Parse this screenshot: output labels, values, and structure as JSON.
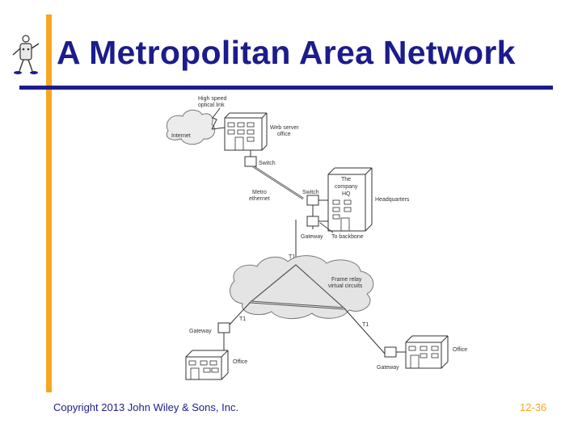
{
  "slide": {
    "title": "A Metropolitan Area Network",
    "copyright": "Copyright 2013 John Wiley & Sons, Inc.",
    "page_number": "12-36"
  },
  "colors": {
    "accent_orange": "#f5a623",
    "title_navy": "#1c1c8c"
  },
  "diagram": {
    "labels": {
      "high_speed_optical_link": [
        "High speed",
        "optical link"
      ],
      "internet": "Internet",
      "web_server_office": [
        "Web server",
        "office"
      ],
      "switch_top": "Switch",
      "metro_ethernet": [
        "Metro",
        "ethernet"
      ],
      "switch_hq": "Switch",
      "company_hq": [
        "The",
        "company",
        "HQ"
      ],
      "headquarters": "Headquarters",
      "gateway_hq": "Gateway",
      "to_backbone": "To backbone",
      "t1_top": "T1",
      "frame_relay": [
        "Frame relay",
        "virtual circuits"
      ],
      "t1_left": "T1",
      "gateway_left": "Gateway",
      "office_left": "Office",
      "t1_right": "T1",
      "office_right": "Office",
      "gateway_right": "Gateway"
    }
  }
}
